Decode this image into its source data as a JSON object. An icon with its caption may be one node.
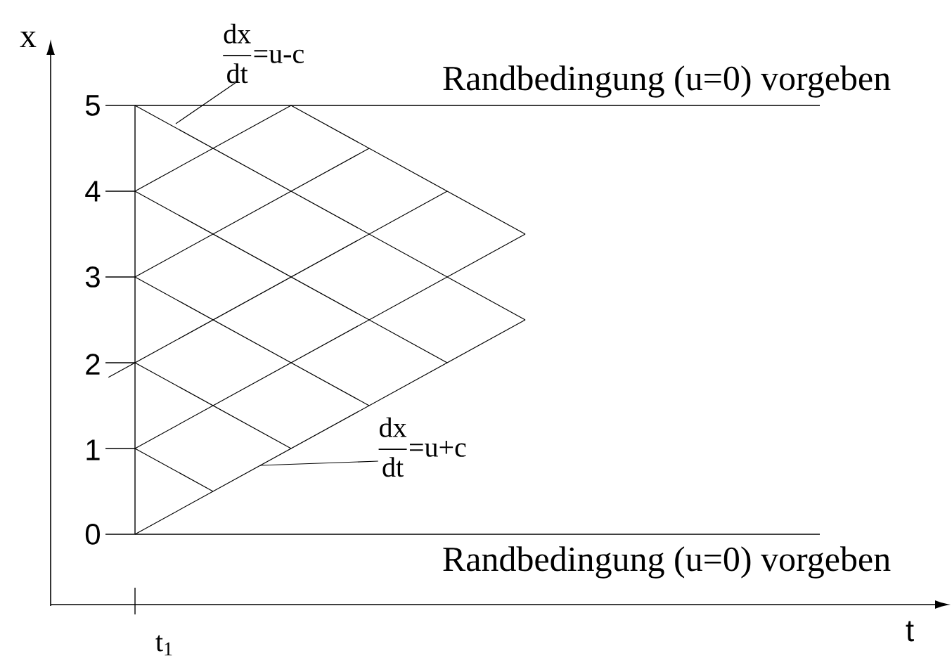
{
  "diagram": {
    "nodes": [
      {
        "text": [
          "\\dfrac{\\text{dx}}{\\text{dt}}\\text{=u-c}"
        ]
      },
      {
        "text": [
          "\\dfrac{\\text{dx}}{\\text{dt}}\\text{=u+c}"
        ]
      }
    ],
    "edges": [
      {
        "from": 0,
        "to": null,
        "arrow": "none"
      },
      {
        "from": 1,
        "to": null,
        "arrow": "none"
      }
    ],
    "labels": [
      "x",
      "Randbedingung (u=0) vorgeben",
      "5",
      "4",
      "3",
      "2",
      "1",
      "0",
      "Randbedingung (u=0) vorgeben",
      "t",
      "t$_{1}$"
    ]
  }
}
